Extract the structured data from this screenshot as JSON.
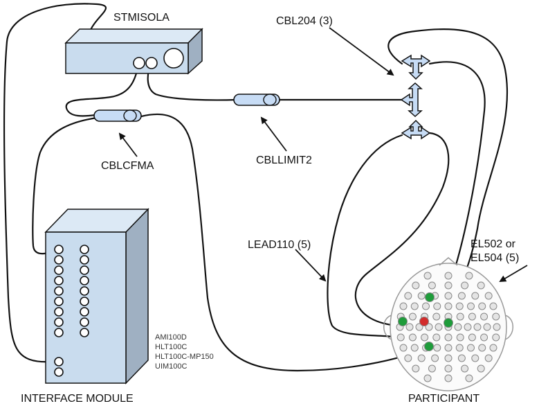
{
  "labels": {
    "stmisola": "STMISOLA",
    "cbl204": "CBL204 (3)",
    "cblcfma": "CBLCFMA",
    "cbllimit2": "CBLLIMIT2",
    "lead110": "LEAD110 (5)",
    "el502_line1": "EL502 or",
    "el502_line2": "EL504 (5)",
    "module_models": [
      "AMI100D",
      "HLT100C",
      "HLT100C-MP150",
      "UIM100C"
    ],
    "interface_module": "INTERFACE MODULE",
    "participant": "PARTICIPANT"
  },
  "colors": {
    "device_body": "#c9dcee",
    "device_side": "#9fb0c2",
    "connector": "#c7dcf5",
    "electrode_active_green": "#1e9c3a",
    "electrode_active_red": "#d22b2b",
    "electrode_inactive": "#e4e4e4",
    "wire": "#111111"
  }
}
